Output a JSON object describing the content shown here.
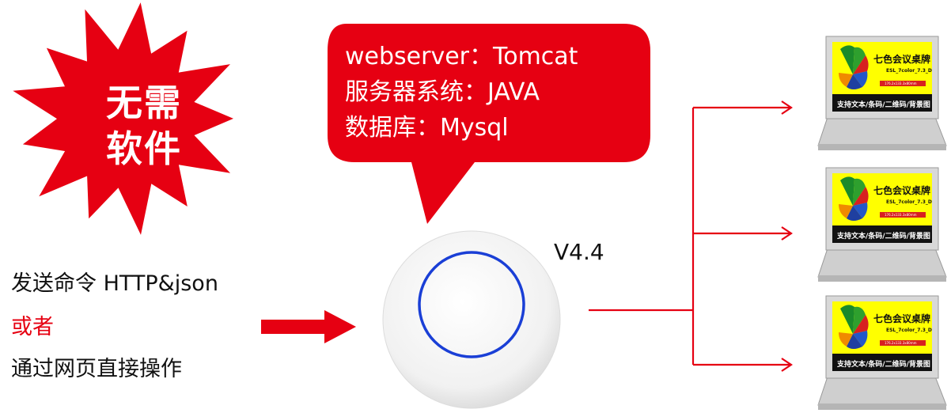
{
  "burst": {
    "line1": "无需",
    "line2": "软件",
    "color": "#e60012"
  },
  "bubble": {
    "lines": [
      "webserver：Tomcat",
      "服务器系统：JAVA",
      "数据库：Mysql"
    ],
    "color": "#e60012"
  },
  "left_text": {
    "line1": "发送命令 HTTP&json",
    "line2": "或者",
    "line3": "通过网页直接操作",
    "accent": "#e60012"
  },
  "device": {
    "version": "V4.4",
    "ring_color": "#1a3fd6"
  },
  "display": {
    "title": "七色会议桌牌",
    "model": "ESL_7color_7.3_D",
    "dims": "176.2x133.3x80mm",
    "footer": "支持文本/条码/二维码/背景图",
    "screen_color": "#ffff00"
  },
  "displays_count_shown": 3,
  "arrow_color": "#e60012"
}
